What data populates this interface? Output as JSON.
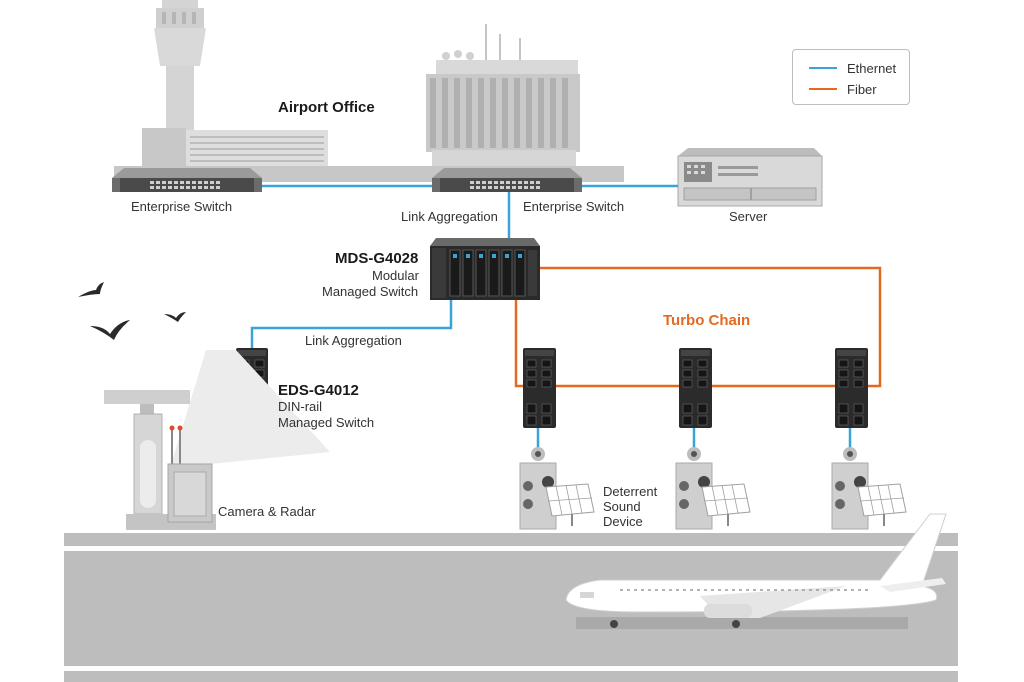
{
  "labels": {
    "airport_office": "Airport Office",
    "enterprise_switch_left": "Enterprise Switch",
    "enterprise_switch_right": "Enterprise Switch",
    "server": "Server",
    "link_aggregation_top": "Link Aggregation",
    "mds_model": "MDS-G4028",
    "mds_line1": "Modular",
    "mds_line2": "Managed Switch",
    "link_aggregation_bottom": "Link Aggregation",
    "eds_model": "EDS-G4012",
    "eds_line1": "DIN-rail",
    "eds_line2": "Managed Switch",
    "camera_radar": "Camera & Radar",
    "turbo_chain": "Turbo Chain",
    "deterrent_line1": "Deterrent",
    "deterrent_line2": "Sound",
    "deterrent_line3": "Device"
  },
  "legend": {
    "items": [
      {
        "label": "Ethernet",
        "color": "#3aa3d8"
      },
      {
        "label": "Fiber",
        "color": "#e46a22"
      }
    ]
  },
  "colors": {
    "ethernet": "#3aa3d8",
    "fiber": "#e46a22",
    "runway": "#bdbdbd",
    "building": "#cfcfcf"
  }
}
